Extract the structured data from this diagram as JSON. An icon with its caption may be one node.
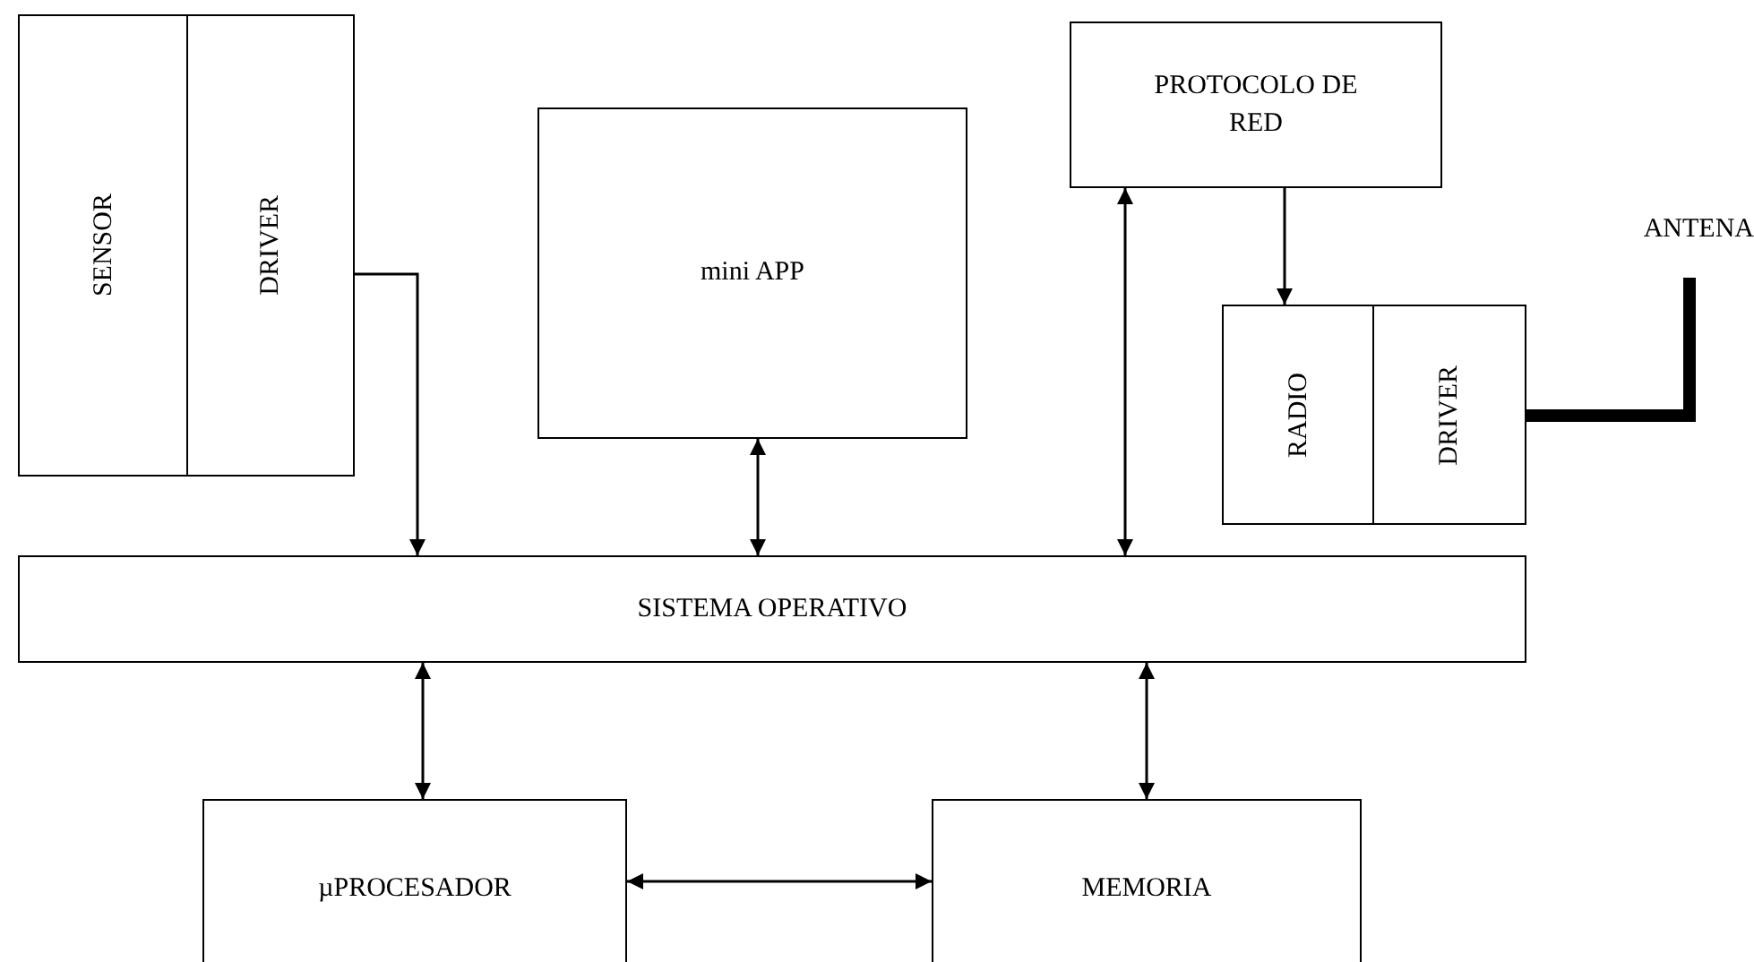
{
  "diagram": {
    "nodes": [
      {
        "text": [
          "SENSOR"
        ]
      },
      {
        "text": [
          "DRIVER"
        ]
      },
      {
        "text": [
          "mini APP"
        ]
      },
      {
        "text": [
          "PROTOCOLO DE RED"
        ]
      },
      {
        "text": [
          "RADIO"
        ]
      },
      {
        "text": [
          "DRIVER"
        ]
      },
      {
        "text": [
          "ANTENA"
        ]
      },
      {
        "text": [
          "SISTEMA OPERATIVO"
        ]
      },
      {
        "text": [
          "µPROCESADOR"
        ]
      },
      {
        "text": [
          "MEMORIA"
        ]
      }
    ],
    "edges": [
      {
        "from": 1,
        "to": 7,
        "arrow": "to"
      },
      {
        "from": 2,
        "to": 7,
        "arrow": "both"
      },
      {
        "from": 3,
        "to": 7,
        "arrow": "both"
      },
      {
        "from": 3,
        "to": 4,
        "arrow": "to"
      },
      {
        "from": 5,
        "to": 6,
        "arrow": "none",
        "style": "thick"
      },
      {
        "from": 7,
        "to": 8,
        "arrow": "both"
      },
      {
        "from": 7,
        "to": 9,
        "arrow": "both"
      },
      {
        "from": 8,
        "to": 9,
        "arrow": "both"
      }
    ]
  }
}
